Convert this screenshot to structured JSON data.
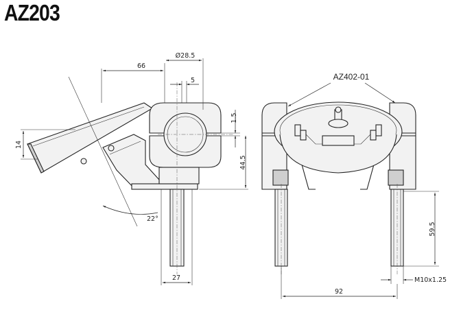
{
  "title": "AZ203",
  "part_label": "AZ402-01",
  "dimensions": {
    "d66": "66",
    "d28_5": "Ø28.5",
    "d5": "5",
    "d14": "14",
    "d1_5": "1.5",
    "d44_5": "44.5",
    "d22": "22°",
    "d27": "27",
    "d59_5": "59.5",
    "d92": "92",
    "thread": "M10x1.25"
  },
  "colors": {
    "line": "#222222",
    "fill": "#f2f2f2",
    "shade": "#cfcfcf"
  }
}
